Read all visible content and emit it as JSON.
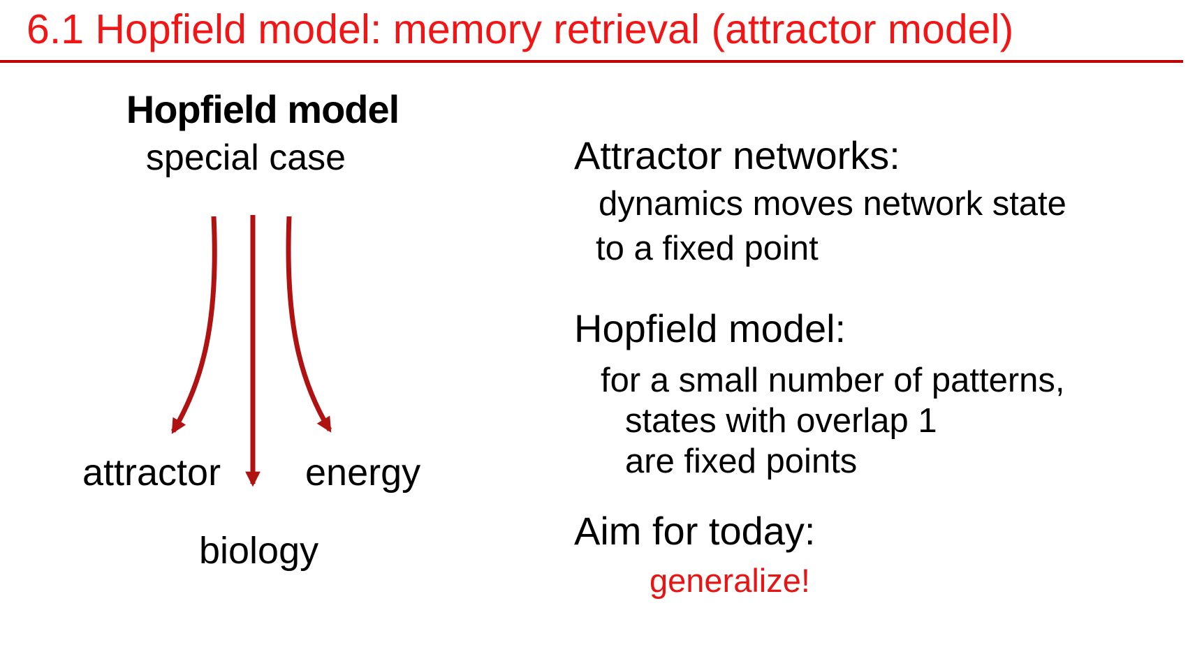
{
  "slide": {
    "title": "6.1 Hopfield model: memory retrieval (attractor model)"
  },
  "diagram": {
    "heading": "Hopfield model",
    "subheading": "special case",
    "branch_left": "attractor",
    "branch_middle": "biology",
    "branch_right": "energy"
  },
  "notes": {
    "attractor": {
      "heading": "Attractor networks:",
      "lines": [
        "dynamics moves network state",
        "to a fixed point"
      ]
    },
    "hopfield": {
      "heading": "Hopfield model:",
      "lines": [
        "for a small number of patterns,",
        "states with overlap 1",
        "are fixed points"
      ]
    },
    "aim": {
      "heading": "Aim for today:",
      "note": "generalize!"
    }
  },
  "colors": {
    "title_red": "#f21515",
    "rule_red": "#c00000",
    "arrow_red": "#b01212",
    "accent_red": "#e81414"
  }
}
